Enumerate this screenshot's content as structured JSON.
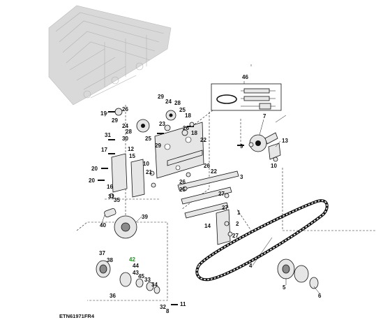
{
  "figure_id": "ETN61971FR4",
  "highlight_color": "#2e8b2e",
  "callouts": {
    "c46": "46",
    "c7": "7",
    "c13": "13",
    "c10a": "10",
    "c9": "9",
    "c19": "19",
    "c26a": "26",
    "c29a": "29",
    "c24a": "24",
    "c28a": "28",
    "c25a": "25",
    "c18a": "18",
    "c29b": "29",
    "c24b": "24",
    "c28b": "28",
    "c23": "23",
    "c26b": "26",
    "c31a": "31",
    "c30": "30",
    "c25b": "25",
    "c29c": "29",
    "c12": "12",
    "c22": "22",
    "c18b": "18",
    "c17": "17",
    "c15": "15",
    "c10b": "10",
    "c26c": "26",
    "c20a": "20",
    "c20b": "20",
    "c21": "21",
    "c26d": "26",
    "c3": "3",
    "c16": "16",
    "c25c": "25",
    "c22b": "22",
    "c27a": "27",
    "c31b": "31",
    "c35": "35",
    "c40": "40",
    "c39": "39",
    "c27b": "27",
    "c14": "14",
    "c1": "1",
    "c2": "2",
    "c27c": "27",
    "c37": "37",
    "c42": "42",
    "c38": "38",
    "c44": "44",
    "c43": "43",
    "c45": "45",
    "c33": "33",
    "c34": "34",
    "c36": "36",
    "c32": "32",
    "c8": "8",
    "c11": "11",
    "c4": "4",
    "c5": "5",
    "c6": "6"
  }
}
